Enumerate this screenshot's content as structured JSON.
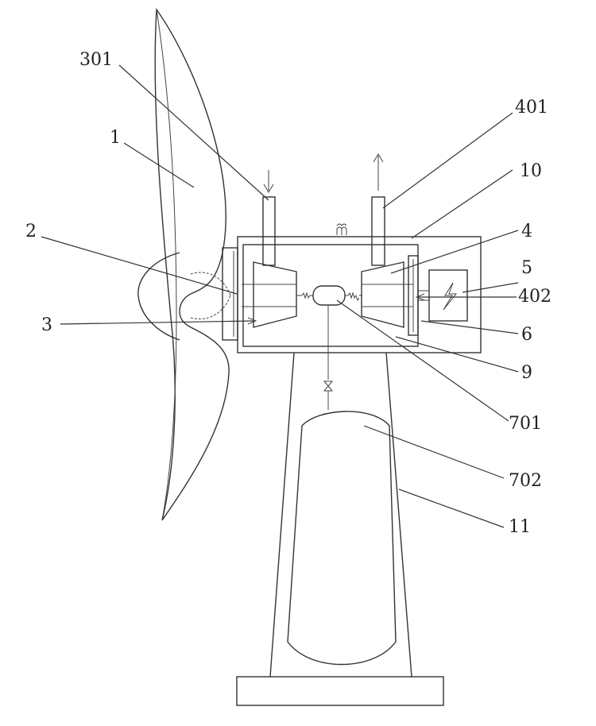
{
  "labels": {
    "blade": "1",
    "hub_inlet": "2",
    "compressor": "3",
    "compressor_inlet_pipe": "301",
    "turbine": "4",
    "turbine_outlet_pipe": "401",
    "turbine_shaft": "402",
    "generator": "5",
    "coupling_plate": "6",
    "cabin_inner": "9",
    "nacelle": "10",
    "tower": "11",
    "gas_vessel": "701",
    "storage_tank": "702"
  },
  "colors": {
    "line": "#333333",
    "background": "#ffffff"
  }
}
